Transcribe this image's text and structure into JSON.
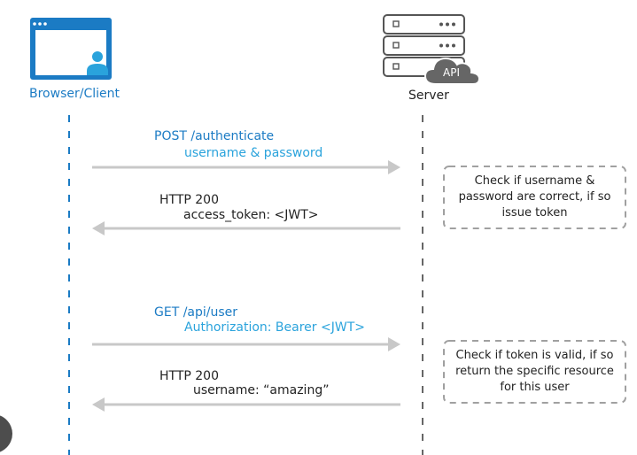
{
  "actors": {
    "client": "Browser/Client",
    "server": "Server",
    "server_badge": "API"
  },
  "messages": [
    {
      "direction": "request",
      "title": "POST /authenticate",
      "detail": "username & password"
    },
    {
      "direction": "response",
      "title": "HTTP 200",
      "detail": "access_token: <JWT>"
    },
    {
      "direction": "request",
      "title": "GET /api/user",
      "detail": "Authorization: Bearer <JWT>"
    },
    {
      "direction": "response",
      "title": "HTTP 200",
      "detail": "username: “amazing”"
    }
  ],
  "notes": [
    {
      "lines": [
        "Check if username &",
        "password are correct, if so",
        "issue token"
      ]
    },
    {
      "lines": [
        "Check if token is valid, if so",
        "return the specific resource",
        "for this user"
      ]
    }
  ],
  "colors": {
    "client_blue": "#1b7bc4",
    "detail_blue": "#2aa3dc",
    "arrow_gray": "#c8c8c8",
    "lifeline_server": "#666666",
    "note_border": "#a0a0a0"
  }
}
